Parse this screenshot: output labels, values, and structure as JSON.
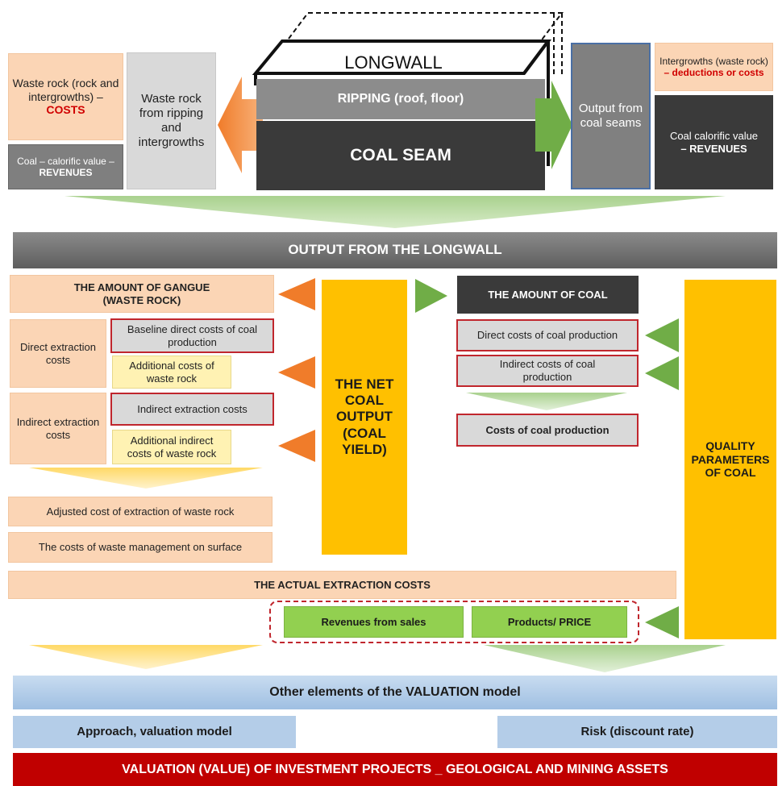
{
  "top": {
    "waste_rock_costs": {
      "line1": "Waste rock (rock and intergrowths) –",
      "line2": "COSTS"
    },
    "coal_calorific_left": {
      "line1": "Coal – calorific value –",
      "line2": "REVENUES"
    },
    "waste_from_ripping": "Waste rock from ripping and intergrowths",
    "longwall": "LONGWALL",
    "ripping": "RIPPING (roof, floor)",
    "coal_seam": "COAL SEAM",
    "output_from_coal_seams": "Output from coal seams",
    "intergrowths": {
      "line1": "Intergrowths (waste rock)",
      "line2": "– deductions or costs"
    },
    "coal_calorific_right": {
      "line1": "Coal calorific value",
      "line2": "– REVENUES"
    }
  },
  "output_from_longwall": "OUTPUT FROM THE LONGWALL",
  "left": {
    "amount_of_gangue": "THE AMOUNT OF GANGUE\n(WASTE ROCK)",
    "direct_extraction_costs": "Direct extraction costs",
    "baseline_direct_costs": "Baseline direct costs of coal production",
    "additional_costs_waste": "Additional costs of waste rock",
    "indirect_extraction_costs_label": "Indirect extraction costs",
    "indirect_extraction_costs": "Indirect extraction costs",
    "additional_indirect_costs": "Additional indirect costs of waste rock",
    "adjusted_cost": "Adjusted cost of extraction of waste rock",
    "waste_management_costs": "The costs of waste management on surface"
  },
  "net_coal_output": "THE NET COAL OUTPUT (COAL YIELD)",
  "right": {
    "amount_of_coal": "THE AMOUNT OF COAL",
    "direct_costs_coal": "Direct costs of coal production",
    "indirect_costs_coal": "Indirect costs of coal production",
    "costs_of_coal_production": "Costs of coal production",
    "quality_parameters": "QUALITY PARAMETERS OF COAL"
  },
  "actual_extraction_costs": "THE ACTUAL EXTRACTION COSTS",
  "revenues_from_sales": "Revenues from sales",
  "products_price": "Products/ PRICE",
  "other_elements": "Other elements of the VALUATION  model",
  "approach": "Approach, valuation model",
  "risk": "Risk (discount rate)",
  "valuation_banner": "VALUATION (VALUE) OF INVESTMENT PROJECTS _ GEOLOGICAL AND MINING ASSETS",
  "colors": {
    "orange_arrow": "#f07c2a",
    "green_arrow": "#70ad47",
    "yellow_pillar": "#ffc000",
    "dark_box": "#3a3a3a",
    "red_banner": "#c00000"
  }
}
